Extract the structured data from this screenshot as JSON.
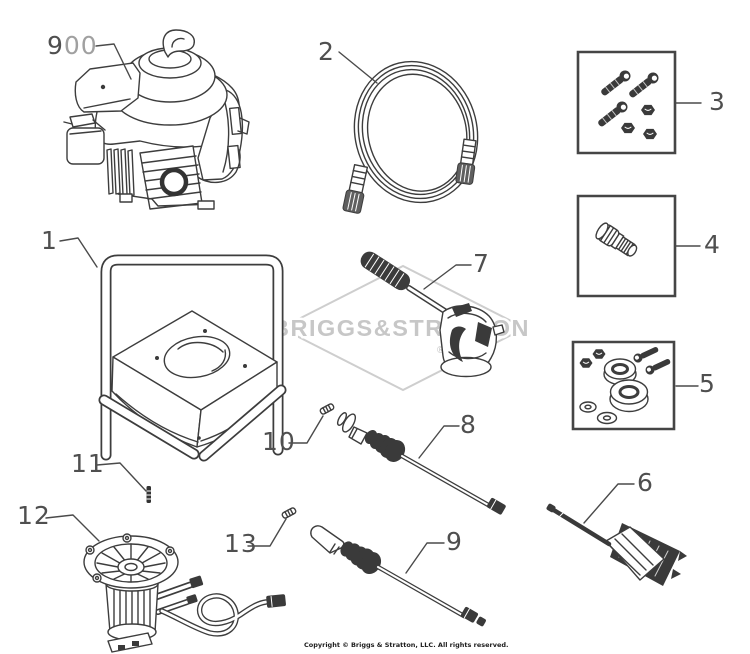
{
  "watermark": {
    "text": "BRIGGS&STRATTON",
    "registered_mark": "®",
    "color": "#c9c9c9"
  },
  "copyright": "Copyright © Briggs & Stratton, LLC. All rights reserved.",
  "callouts": {
    "engine": {
      "prefix": "9",
      "suffix": "00"
    },
    "frame": {
      "label": "1"
    },
    "hose": {
      "label": "2"
    },
    "fastener_kit": {
      "label": "3"
    },
    "nozzle_kit": {
      "label": "4"
    },
    "hardware_kit": {
      "label": "5"
    },
    "brush": {
      "label": "6"
    },
    "spray_gun": {
      "label": "7"
    },
    "wand_upper": {
      "label": "8"
    },
    "wand_lower": {
      "label": "9"
    },
    "pin_upper": {
      "label": "10"
    },
    "pin_vertical": {
      "label": "11"
    },
    "pump": {
      "label": "12"
    },
    "pin_lower": {
      "label": "13"
    }
  }
}
